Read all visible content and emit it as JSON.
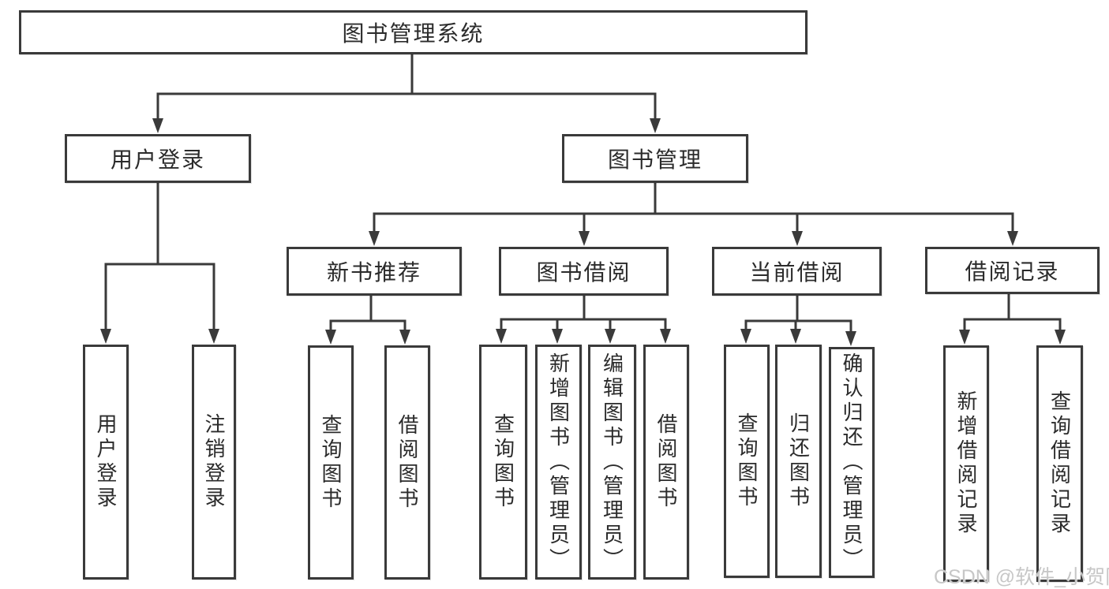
{
  "diagram": {
    "root": {
      "label": "图书管理系统"
    },
    "level2": [
      {
        "label": "用户登录"
      },
      {
        "label": "图书管理"
      }
    ],
    "level3": [
      {
        "label": "新书推荐"
      },
      {
        "label": "图书借阅"
      },
      {
        "label": "当前借阅"
      },
      {
        "label": "借阅记录"
      }
    ],
    "leaves": {
      "user_login": [
        {
          "label": "用户登录"
        },
        {
          "label": "注销登录"
        }
      ],
      "new_book": [
        {
          "label": "查询图书"
        },
        {
          "label": "借阅图书"
        }
      ],
      "book_borrow": [
        {
          "label": "查询图书"
        },
        {
          "label": "新增图书（管理员）"
        },
        {
          "label": "编辑图书（管理员）"
        },
        {
          "label": "借阅图书"
        }
      ],
      "current_borrow": [
        {
          "label": "查询图书"
        },
        {
          "label": "归还图书"
        },
        {
          "label": "确认归还（管理员）"
        }
      ],
      "borrow_record": [
        {
          "label": "新增借阅记录"
        },
        {
          "label": "查询借阅记录"
        }
      ]
    }
  },
  "watermark": {
    "text": "CSDN @软件_小贺同学"
  },
  "colors": {
    "border": "#3a3a3a",
    "line": "#3a3a3a",
    "text": "#2b2b2b",
    "watermark": "#c7c7c7",
    "background": "#ffffff"
  }
}
